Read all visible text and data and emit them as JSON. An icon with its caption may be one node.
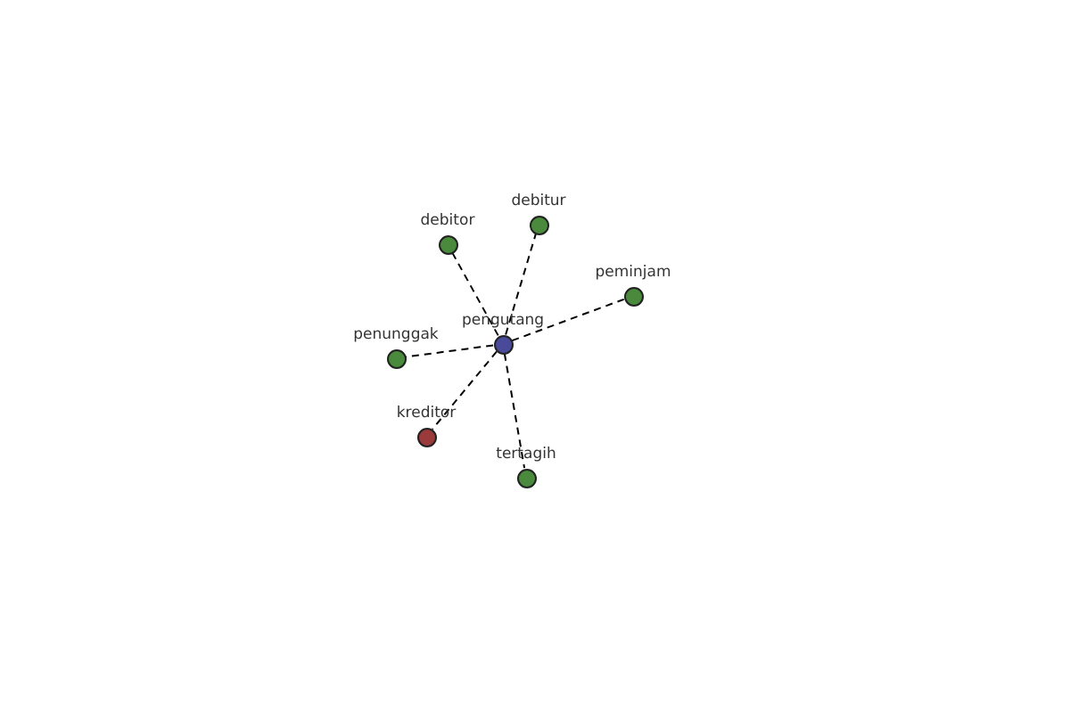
{
  "diagram": {
    "nodes": [
      {
        "text": [
          "pengutang"
        ]
      },
      {
        "text": [
          "debitur"
        ]
      },
      {
        "text": [
          "debitor"
        ]
      },
      {
        "text": [
          "peminjam"
        ]
      },
      {
        "text": [
          "penunggak"
        ]
      },
      {
        "text": [
          "kreditor"
        ]
      },
      {
        "text": [
          "tertagih"
        ]
      }
    ],
    "edges": [
      {
        "from": 0,
        "to": 1,
        "arrow": "none",
        "style": "dashed"
      },
      {
        "from": 0,
        "to": 2,
        "arrow": "none",
        "style": "dashed"
      },
      {
        "from": 0,
        "to": 3,
        "arrow": "none",
        "style": "dashed"
      },
      {
        "from": 0,
        "to": 4,
        "arrow": "none",
        "style": "dashed"
      },
      {
        "from": 0,
        "to": 5,
        "arrow": "none",
        "style": "dashed"
      },
      {
        "from": 0,
        "to": 6,
        "arrow": "none",
        "style": "dashed"
      }
    ]
  }
}
